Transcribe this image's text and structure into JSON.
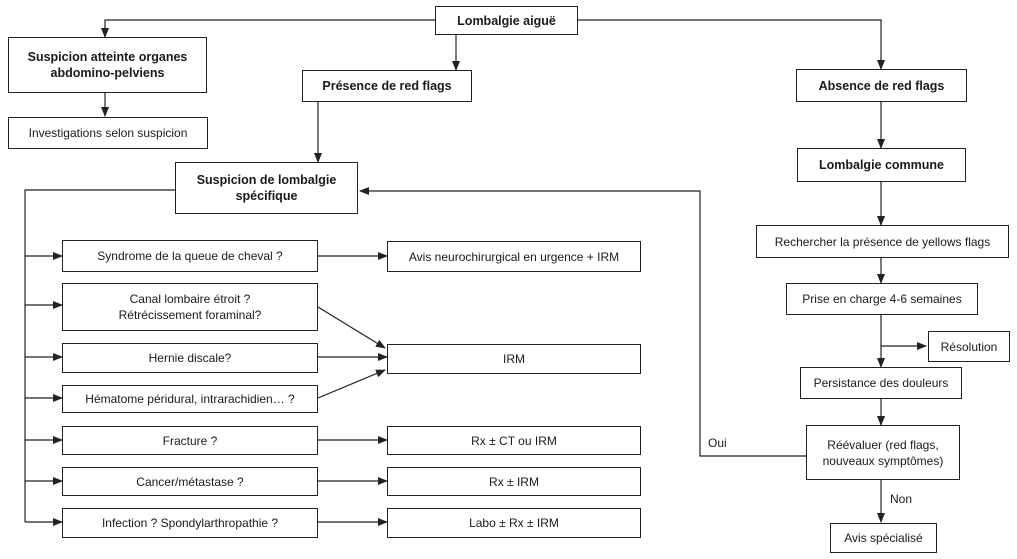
{
  "nodes": {
    "lombalgie_aigue": "Lombalgie aiguë",
    "suspicion_organes": "Suspicion atteinte organes\nabdomino-pelviens",
    "investigations": "Investigations selon suspicion",
    "presence_red_flags": "Présence de red flags",
    "absence_red_flags": "Absence de red flags",
    "lombalgie_commune": "Lombalgie commune",
    "suspicion_specifique": "Suspicion de lombalgie\nspécifique",
    "yellow_flags": "Rechercher la présence de yellows flags",
    "prise_en_charge": "Prise en charge 4-6 semaines",
    "resolution": "Résolution",
    "persistance": "Persistance des douleurs",
    "reevaluer": "Réévaluer (red flags,\nnouveaux symptômes)",
    "avis_specialise": "Avis spécialisé",
    "queue_cheval": "Syndrome de la queue de cheval ?",
    "canal_etroit": "Canal lombaire étroit ?\nRétrécissement foraminal?",
    "hernie": "Hernie discale?",
    "hematome": "Hématome péridural, intrarachidien… ?",
    "fracture": "Fracture ?",
    "cancer": "Cancer/métastase ?",
    "infection": "Infection ? Spondylarthropathie ?",
    "avis_neurochir": "Avis neurochirurgical en urgence + IRM",
    "irm": "IRM",
    "rx_ct": "Rx ± CT ou IRM",
    "rx_irm": "Rx ± IRM",
    "labo": "Labo ± Rx ± IRM"
  },
  "edge_labels": {
    "oui": "Oui",
    "non": "Non"
  }
}
